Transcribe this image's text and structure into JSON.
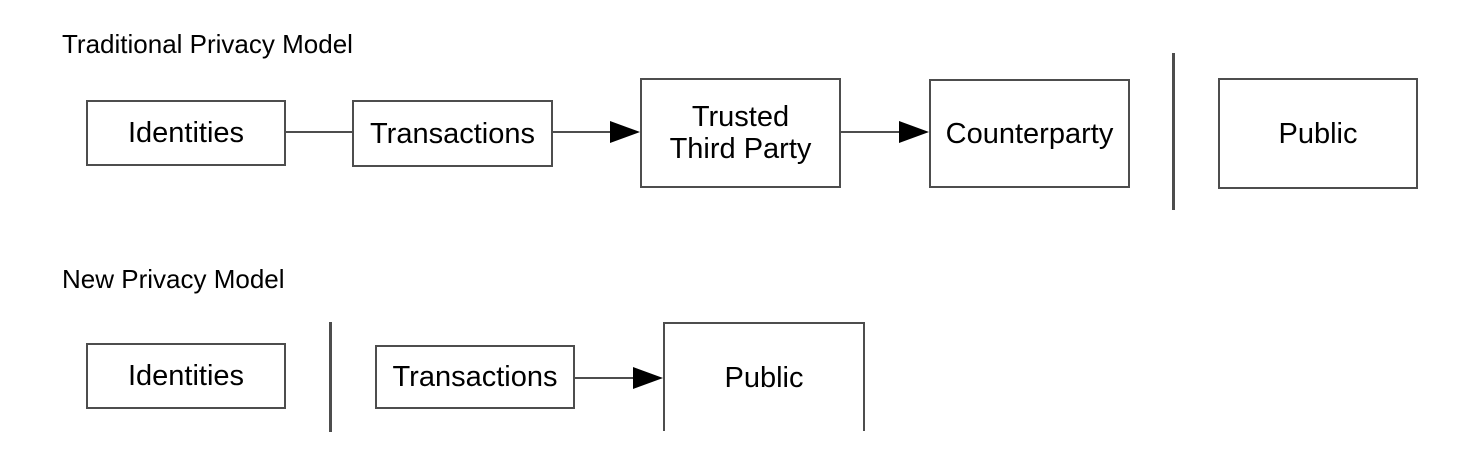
{
  "colors": {
    "background": "#ffffff",
    "box_border": "#4d4d4d",
    "connector_line": "#4d4d4d",
    "arrowhead": "#000000",
    "text": "#000000"
  },
  "traditional_model": {
    "title": "Traditional Privacy Model",
    "boxes": {
      "identities": {
        "label": "Identities"
      },
      "transactions": {
        "label": "Transactions"
      },
      "trusted_third_party": {
        "label_line1": "Trusted",
        "label_line2": "Third Party"
      },
      "counterparty": {
        "label": "Counterparty"
      },
      "public": {
        "label": "Public"
      }
    }
  },
  "new_model": {
    "title": "New Privacy Model",
    "boxes": {
      "identities": {
        "label": "Identities"
      },
      "transactions": {
        "label": "Transactions"
      },
      "public": {
        "label": "Public"
      }
    }
  }
}
